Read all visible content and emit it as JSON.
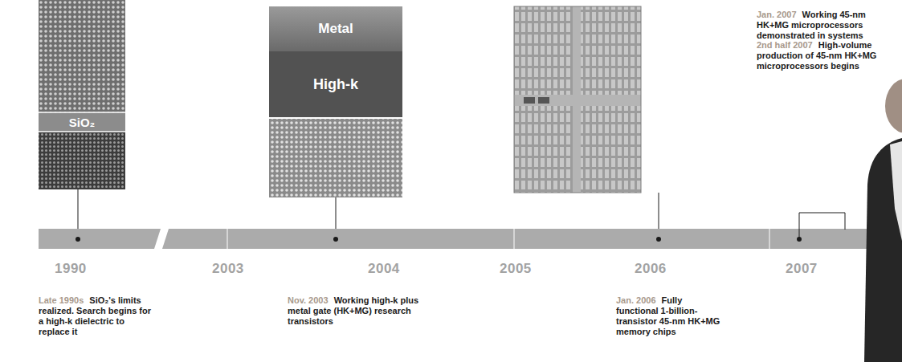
{
  "diagram": {
    "nodes": [
      {
        "text": [
          "SiO₂"
        ]
      },
      {
        "text": [
          "Metal"
        ]
      },
      {
        "text": [
          "High-k"
        ]
      }
    ],
    "labels": [
      "Jan. 2007",
      "Working 45-nm HK+MG microprocessors demonstrated in systems",
      "2nd half 2007",
      "High-volume production of 45-nm HK+MG microprocessors begins",
      "1990",
      "2003",
      "2004",
      "2005",
      "2006",
      "2007",
      "Late 1990s",
      "SiO₂'s limits realized. Search begins for a high-k dielectric to replace it",
      "Nov. 2003",
      "Working high-k plus metal gate (HK+MG) research transistors",
      "Jan. 2006",
      "Fully functional 1-billion-transistor 45-nm HK+MG memory chips"
    ]
  }
}
